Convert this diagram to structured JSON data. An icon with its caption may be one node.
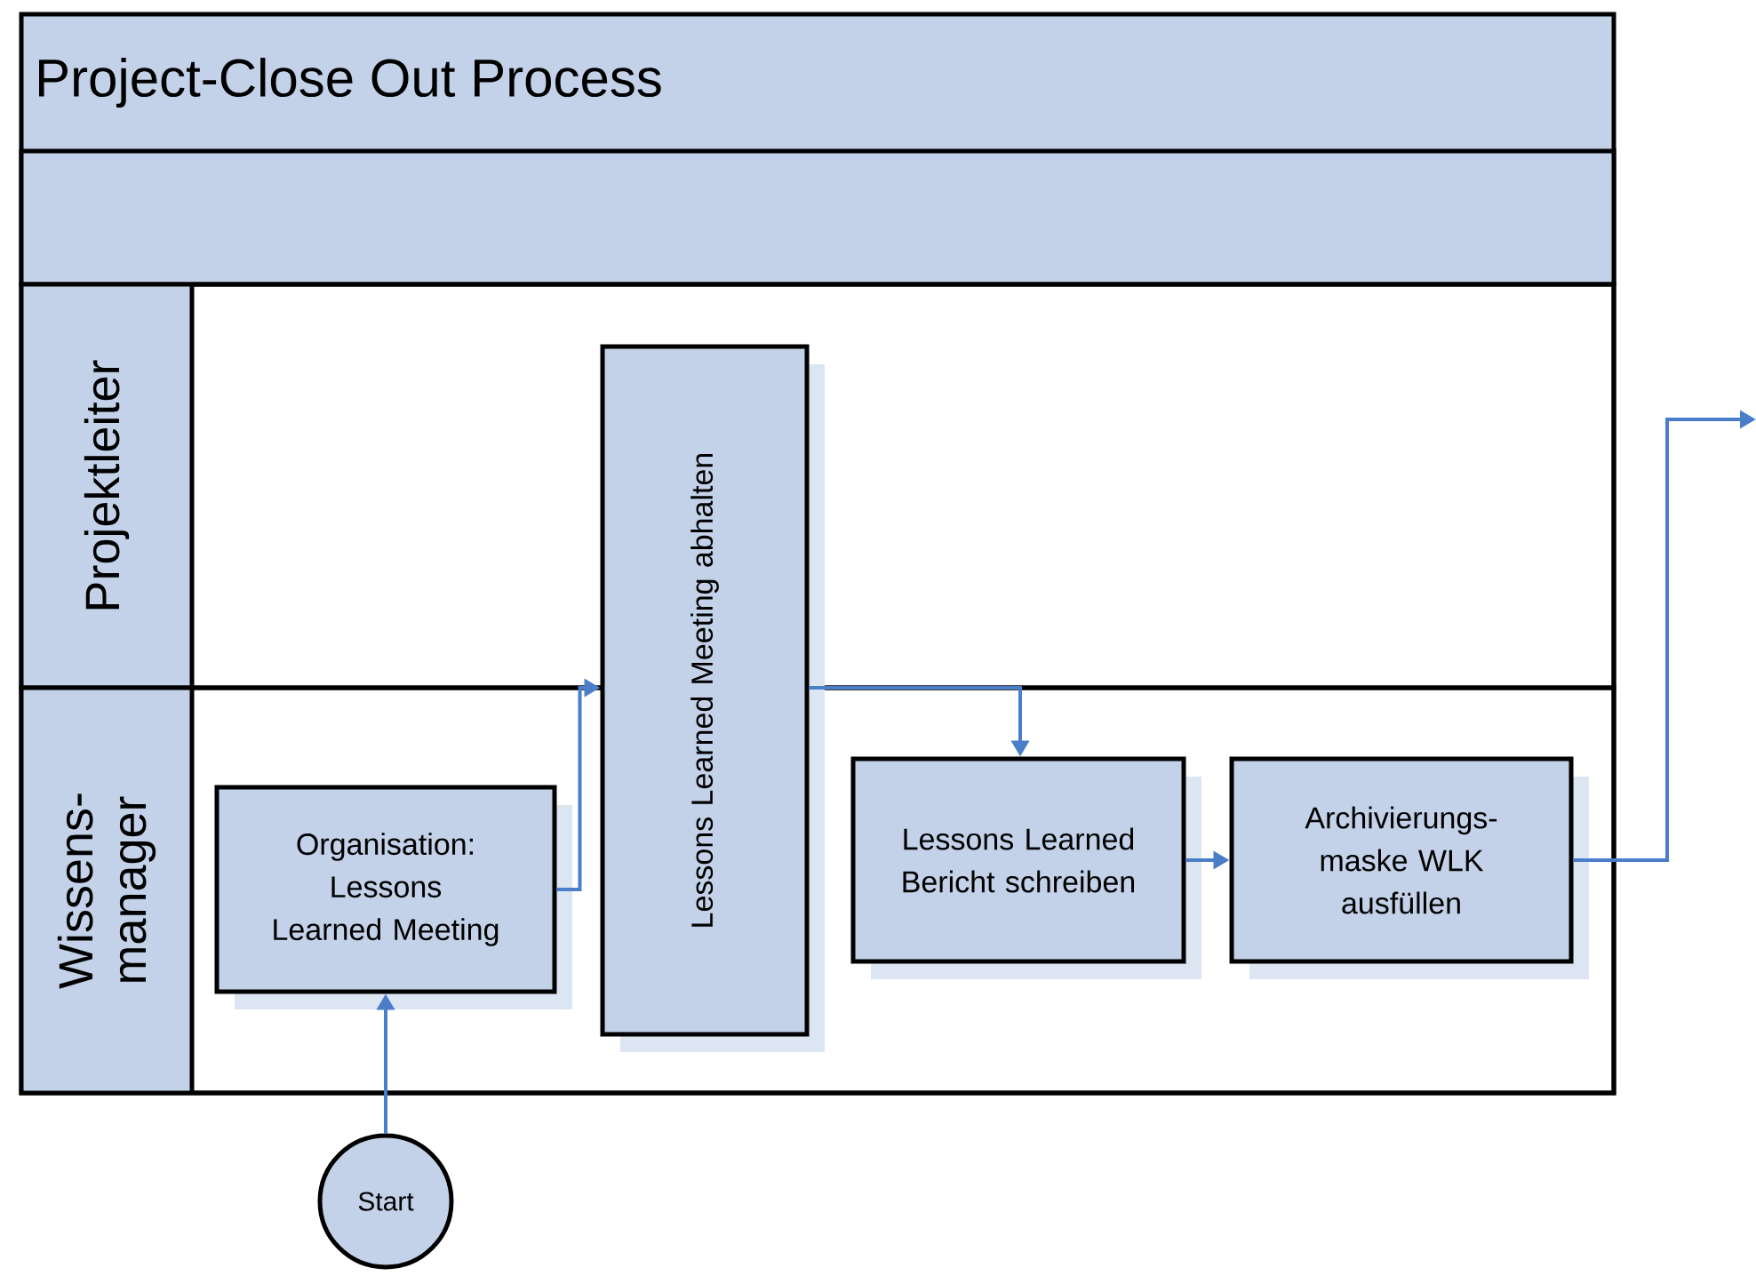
{
  "diagram": {
    "nodes": [
      {
        "text": [
          "Project-Close Out Process"
        ]
      },
      {
        "text": [
          "Projektleiter"
        ],
        "in": 0
      },
      {
        "text": [
          "Wissens- manager"
        ],
        "in": 0
      },
      {
        "text": [
          "Organisation: Lessons Learned Meeting"
        ],
        "in": 2
      },
      {
        "text": [
          "Lessons Learned Meeting abhalten"
        ],
        "in": 0
      },
      {
        "text": [
          "Lessons Learned Bericht schreiben"
        ],
        "in": 2
      },
      {
        "text": [
          "Archivierungs- maske WLK ausfüllen"
        ],
        "in": 2
      },
      {
        "text": [
          "Start"
        ]
      }
    ],
    "edges": [
      {
        "from": 7,
        "to": 3,
        "arrow": "to"
      },
      {
        "from": 3,
        "to": 4,
        "arrow": "to"
      },
      {
        "from": 4,
        "to": 5,
        "arrow": "to"
      },
      {
        "from": 5,
        "to": 6,
        "arrow": "to"
      },
      {
        "from": 6,
        "to": null,
        "arrow": "to"
      }
    ]
  }
}
